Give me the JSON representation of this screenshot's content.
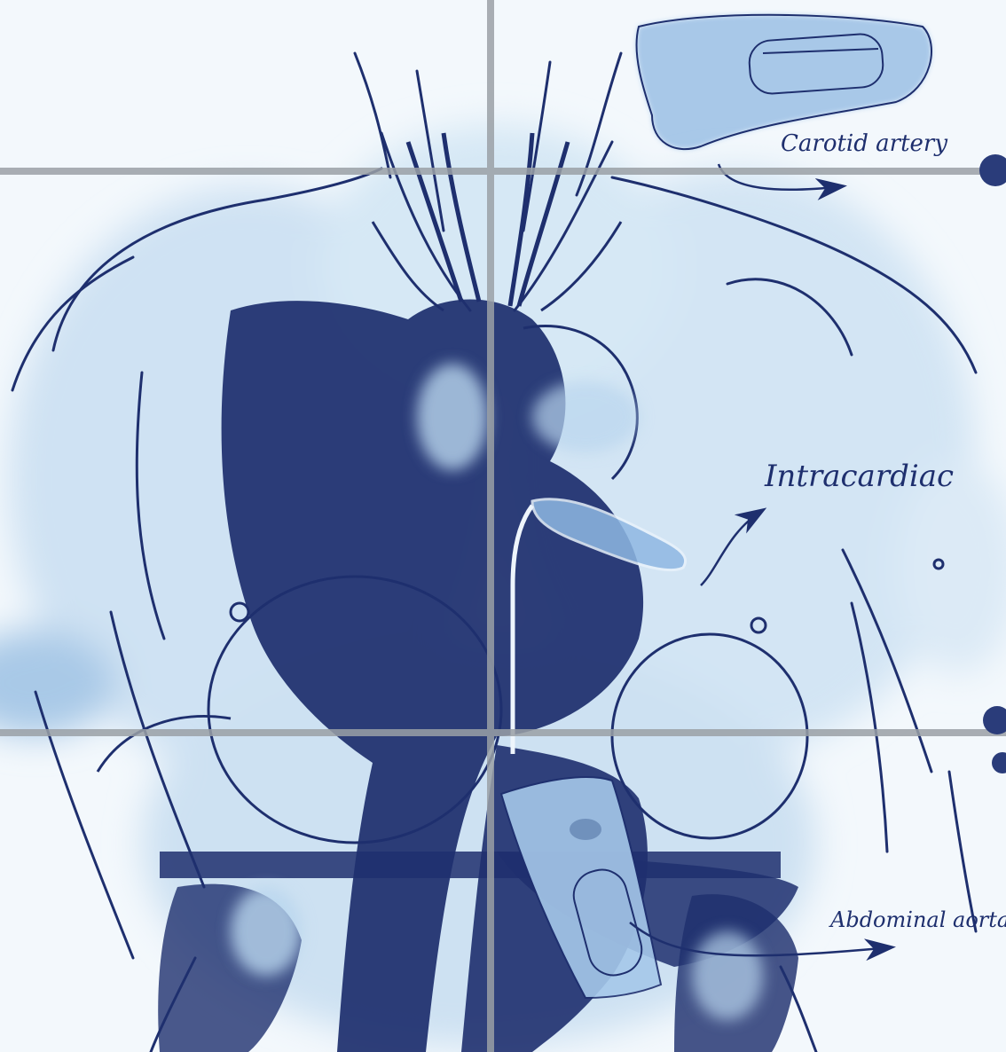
{
  "labels": {
    "carotid": "Carotid artery",
    "intracardiac": "Intracardiac",
    "abdominal": "Abdominal aorta"
  },
  "colors": {
    "ink": "#1e2f6e",
    "wash": "#b9d6ee",
    "wash_light": "#d8e9f6",
    "device": "#8fb8e2",
    "paper": "#f3f8fc",
    "tape": "#8a8f96"
  },
  "icons": {
    "torso": "anatomical-torso-sketch",
    "devices": "implant-device-icon",
    "arrows": "pointer-arrow-icon",
    "pins": "pushpin-icon"
  }
}
